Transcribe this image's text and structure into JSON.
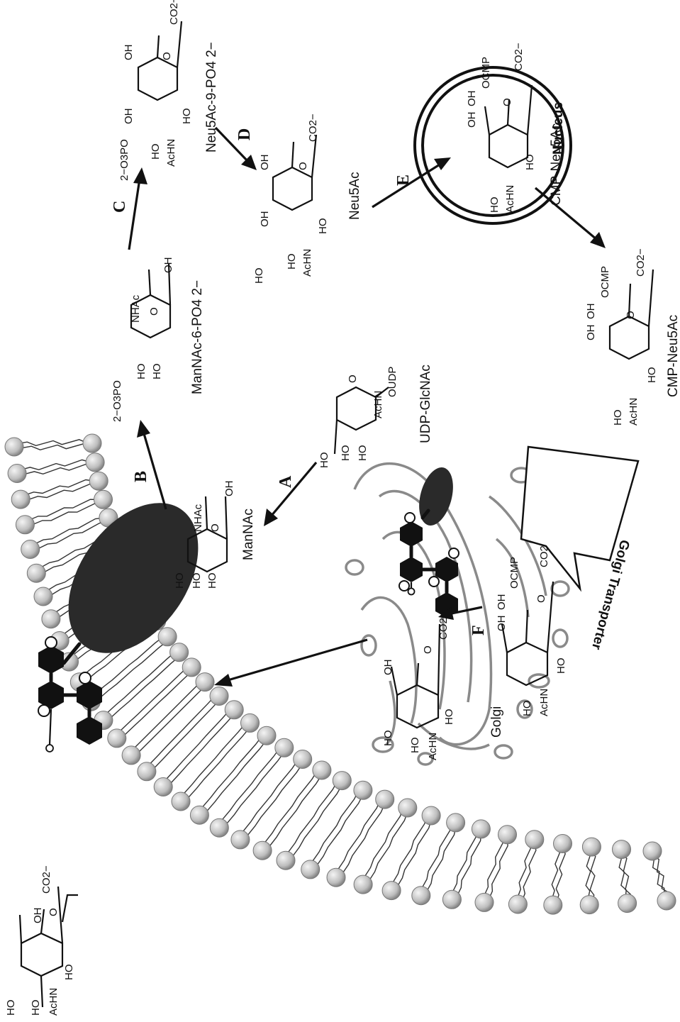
{
  "compounds": {
    "mannac": {
      "name": "ManNAc",
      "groups": [
        "HO",
        "HO",
        "HO",
        "NHAc",
        "O",
        "OH"
      ]
    },
    "mannac_6p": {
      "name": "ManNAc-6-PO4 2−",
      "groups": [
        "2−O3PO",
        "HO",
        "HO",
        "NHAc",
        "O",
        "OH"
      ]
    },
    "neu5ac_9p": {
      "name": "Neu5Ac-9-PO4 2−",
      "groups": [
        "2−O3PO",
        "OH",
        "OH",
        "HO",
        "AcHN",
        "HO",
        "O",
        "CO2−"
      ]
    },
    "neu5ac": {
      "name": "Neu5Ac",
      "groups": [
        "HO",
        "OH",
        "OH",
        "HO",
        "AcHN",
        "HO",
        "O",
        "CO2−"
      ]
    },
    "cmp_neu5ac_nucleus": {
      "name": "CMP-Neu5Ac",
      "groups": [
        "OH",
        "OH",
        "OCMP",
        "HO",
        "AcHN",
        "HO",
        "O",
        "CO2−"
      ]
    },
    "cmp_neu5ac": {
      "name": "CMP-Neu5Ac",
      "groups": [
        "OH",
        "OH",
        "OCMP",
        "HO",
        "AcHN",
        "HO",
        "O",
        "CO2−"
      ]
    },
    "udp_glcnac": {
      "name": "UDP-GlcNAc",
      "groups": [
        "HO",
        "HO",
        "HO",
        "AcHN",
        "OUDP",
        "O"
      ]
    },
    "golgi_cmp_neu5ac": {
      "groups": [
        "OH",
        "OH",
        "OCMP",
        "HO",
        "AcHN",
        "HO",
        "O",
        "CO2−"
      ]
    },
    "golgi_glycoconjugate": {
      "groups": [
        "HO",
        "OH",
        "HO",
        "AcHN",
        "HO",
        "O",
        "CO2−"
      ]
    },
    "surface_glycoconjugate": {
      "groups": [
        "HO",
        "OH",
        "HO",
        "AcHN",
        "HO",
        "O",
        "CO2−"
      ]
    }
  },
  "steps": {
    "a": "A",
    "b": "B",
    "c": "C",
    "d": "D",
    "e": "E",
    "f": "F"
  },
  "labels": {
    "nucleus": "Nucleus",
    "golgi": "Golgi",
    "golgi_transporter": "Golgi Transporter"
  }
}
